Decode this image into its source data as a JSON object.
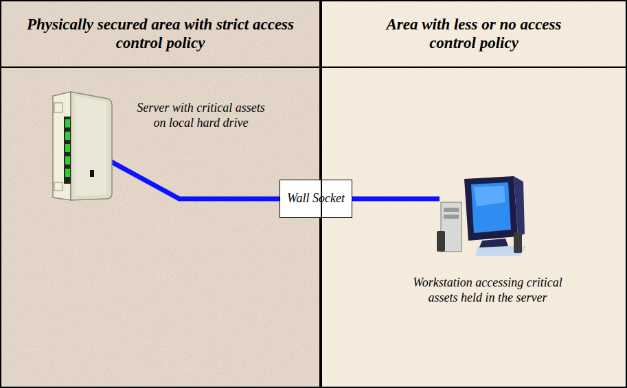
{
  "diagram": {
    "nodes": [
      {
        "text": [
          "Physically secured area with strict access control policy"
        ]
      },
      {
        "text": [
          "Server with critical assets on local hard drive"
        ],
        "in": 0
      },
      {
        "text": [
          "Wall Socket"
        ]
      },
      {
        "text": [
          "Area with less or no access control policy"
        ]
      },
      {
        "text": [
          "Workstation accessing critical assets held in the server"
        ],
        "in": 3
      }
    ],
    "edges": [
      {
        "from": 1,
        "to": 2,
        "arrow": "none"
      },
      {
        "from": 2,
        "to": 4,
        "arrow": "none"
      }
    ]
  }
}
